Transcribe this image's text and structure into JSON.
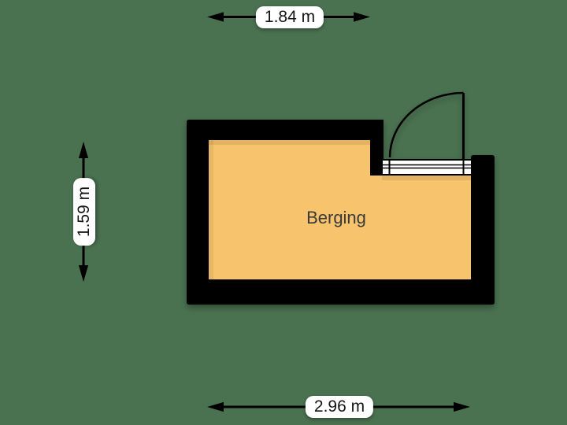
{
  "room": {
    "name": "Berging"
  },
  "dimensions": {
    "top_label": "1.84 m",
    "left_label": "1.59 m",
    "bottom_label": "2.96 m"
  },
  "colors": {
    "background": "#4A7150",
    "floor": "#F7C36C",
    "wall": "#000000",
    "threshold": "#FFFFFF",
    "label_background": "#FFFFFF",
    "label_text": "#151515",
    "room_text": "#3A3A3A"
  }
}
